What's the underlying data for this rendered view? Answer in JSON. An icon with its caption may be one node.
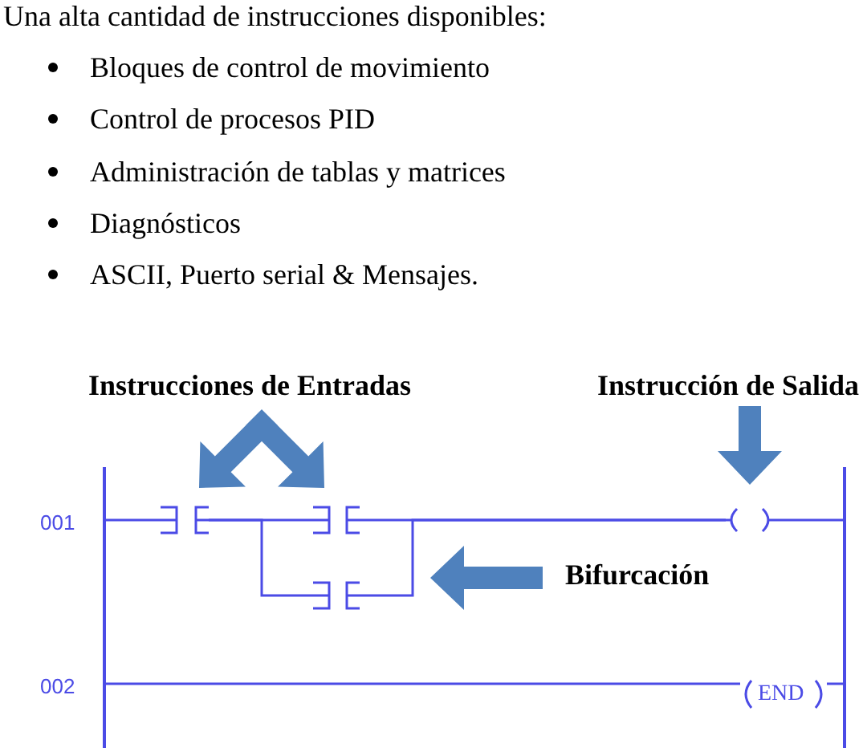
{
  "diagram": {
    "nodes": [
      {
        "text": [
          "Instrucciones de Entradas"
        ]
      },
      {
        "text": [
          "Instrucción de Salida"
        ]
      },
      {
        "text": [],
        "shape": "bar"
      },
      {
        "text": [],
        "shape": "contact"
      },
      {
        "text": [],
        "shape": "contact"
      },
      {
        "text": [],
        "shape": "coil"
      },
      {
        "text": [],
        "shape": "bar"
      },
      {
        "text": [],
        "shape": "contact"
      },
      {
        "text": [
          "Bifurcación"
        ]
      },
      {
        "text": [
          "END"
        ]
      }
    ],
    "edges": [
      {
        "from": 0,
        "to": 3,
        "arrow": "to",
        "style": "thick",
        "color": "#4f81bd"
      },
      {
        "from": 0,
        "to": 4,
        "arrow": "to",
        "style": "thick",
        "color": "#4f81bd"
      },
      {
        "from": 1,
        "to": 5,
        "arrow": "to",
        "style": "thick",
        "color": "#4f81bd"
      },
      {
        "from": 8,
        "to": 7,
        "arrow": "to",
        "style": "thick",
        "color": "#4f81bd"
      },
      {
        "from": 2,
        "to": 3,
        "arrow": "none"
      },
      {
        "from": 3,
        "to": 4,
        "arrow": "none"
      },
      {
        "from": 3,
        "to": 7,
        "arrow": "none"
      },
      {
        "from": 4,
        "to": 5,
        "arrow": "none"
      },
      {
        "from": 7,
        "to": 5,
        "arrow": "none"
      },
      {
        "from": 5,
        "to": 6,
        "arrow": "none"
      },
      {
        "from": 2,
        "to": 9,
        "arrow": "none"
      },
      {
        "from": 9,
        "to": 6,
        "arrow": "none"
      }
    ],
    "labels": [
      "Una alta cantidad de instrucciones disponibles:",
      "Bloques de control de movimiento",
      "Control de procesos PID",
      "Administración de tablas y matrices",
      "Diagnósticos",
      "ASCII, Puerto serial & Mensajes.",
      "001",
      "002"
    ]
  }
}
